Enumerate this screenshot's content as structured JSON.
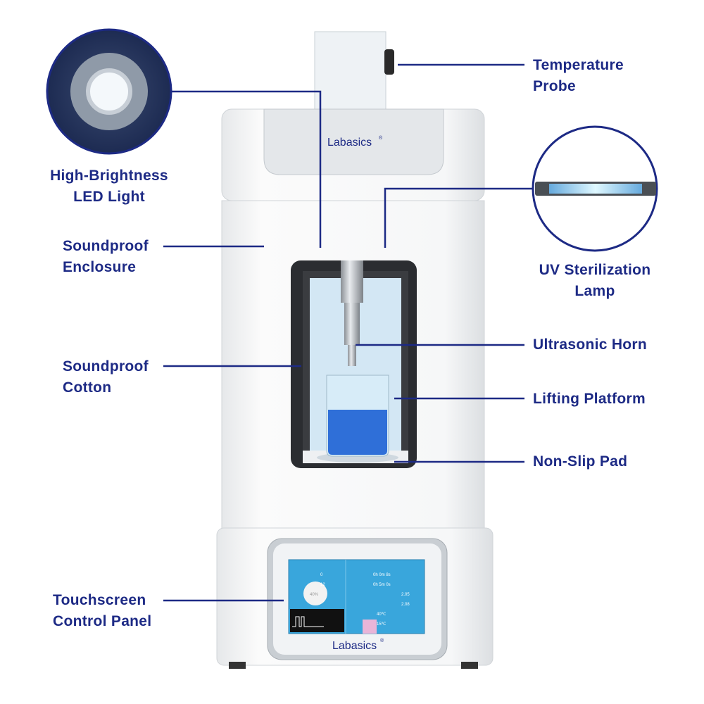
{
  "brand": {
    "name": "Labasics",
    "mark": "®"
  },
  "colors": {
    "label": "#1d2a85",
    "leader_line": "#1d2a85",
    "screen": "#39a6dc",
    "liquid": "#2f6fd8"
  },
  "callouts": {
    "temperature_probe": {
      "line1": "Temperature",
      "line2": "Probe"
    },
    "led_light": {
      "line1": "High-Brightness",
      "line2": "LED Light"
    },
    "uv_lamp": {
      "line1": "UV Sterilization",
      "line2": "Lamp"
    },
    "enclosure": {
      "line1": "Soundproof",
      "line2": "Enclosure"
    },
    "cotton": {
      "line1": "Soundproof",
      "line2": "Cotton"
    },
    "horn": {
      "line1": "Ultrasonic Horn"
    },
    "platform": {
      "line1": "Lifting Platform"
    },
    "pad": {
      "line1": "Non-Slip Pad"
    },
    "touchscreen": {
      "line1": "Touchscreen",
      "line2": "Control Panel"
    }
  },
  "screen": {
    "power": "40%",
    "values": [
      "0",
      "12",
      "0h 0m 8s",
      "0h 5m 0s",
      "2.05",
      "2.08",
      "40℃",
      "15℃"
    ]
  }
}
